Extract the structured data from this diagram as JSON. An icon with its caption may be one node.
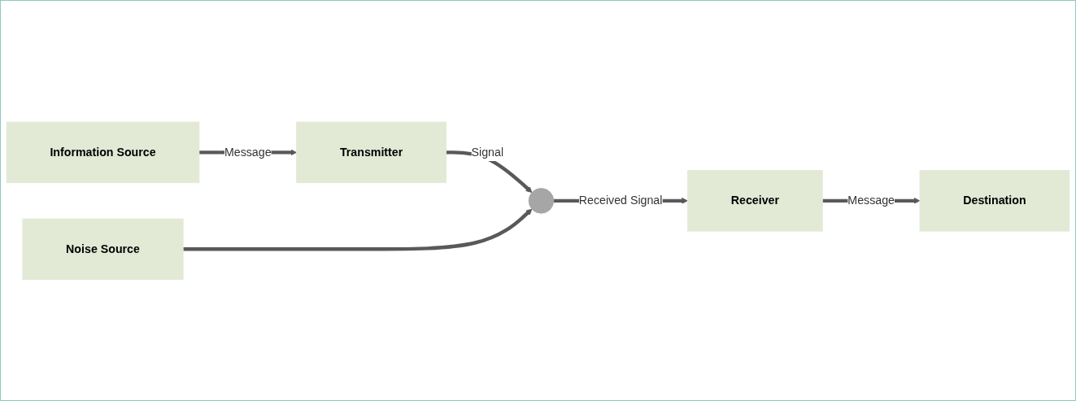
{
  "diagram": {
    "nodes": [
      {
        "text": [
          "Information Source"
        ]
      },
      {
        "text": [
          "Transmitter"
        ]
      },
      {
        "text": [],
        "shape": "circle"
      },
      {
        "text": [
          "Receiver"
        ]
      },
      {
        "text": [
          "Destination"
        ]
      },
      {
        "text": [
          "Noise Source"
        ]
      }
    ],
    "edges": [
      {
        "from": 0,
        "to": 1,
        "arrow": "to",
        "label": "Message"
      },
      {
        "from": 1,
        "to": 2,
        "arrow": "to",
        "label": "Signal"
      },
      {
        "from": 2,
        "to": 3,
        "arrow": "to",
        "label": "Received Signal"
      },
      {
        "from": 3,
        "to": 4,
        "arrow": "to",
        "label": "Message"
      },
      {
        "from": 5,
        "to": 2,
        "arrow": "to"
      }
    ]
  }
}
